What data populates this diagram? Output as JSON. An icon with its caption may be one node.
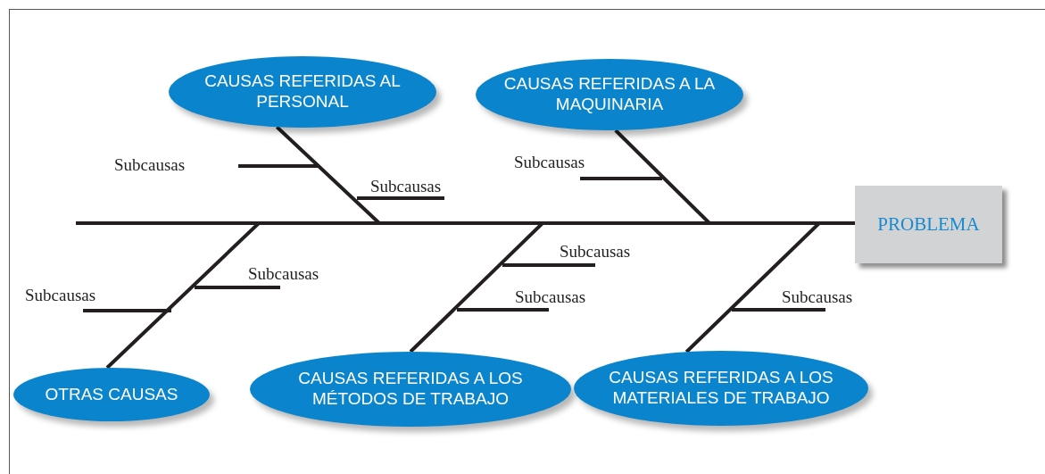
{
  "diagram": {
    "nodes": [
      {
        "text": [
          "CAUSAS REFERIDAS AL PERSONAL"
        ]
      },
      {
        "text": [
          "CAUSAS REFERIDAS A LA MAQUINARIA"
        ]
      },
      {
        "text": [
          "PROBLEMA"
        ]
      },
      {
        "text": [
          "OTRAS CAUSAS"
        ]
      },
      {
        "text": [
          "CAUSAS REFERIDAS A LOS MÉTODOS DE TRABAJO"
        ]
      },
      {
        "text": [
          "CAUSAS REFERIDAS A LOS MATERIALES DE TRABAJO"
        ]
      }
    ],
    "edges": [
      {
        "from": 0,
        "to": 2,
        "arrow": "none"
      },
      {
        "from": 1,
        "to": 2,
        "arrow": "none"
      },
      {
        "from": 3,
        "to": 2,
        "arrow": "none"
      },
      {
        "from": 4,
        "to": 2,
        "arrow": "none"
      },
      {
        "from": 5,
        "to": 2,
        "arrow": "none"
      }
    ],
    "labels": [
      "Subcausas",
      "Subcausas",
      "Subcausas",
      "Subcausas",
      "Subcausas",
      "Subcausas",
      "Subcausas",
      "Subcausas"
    ]
  }
}
